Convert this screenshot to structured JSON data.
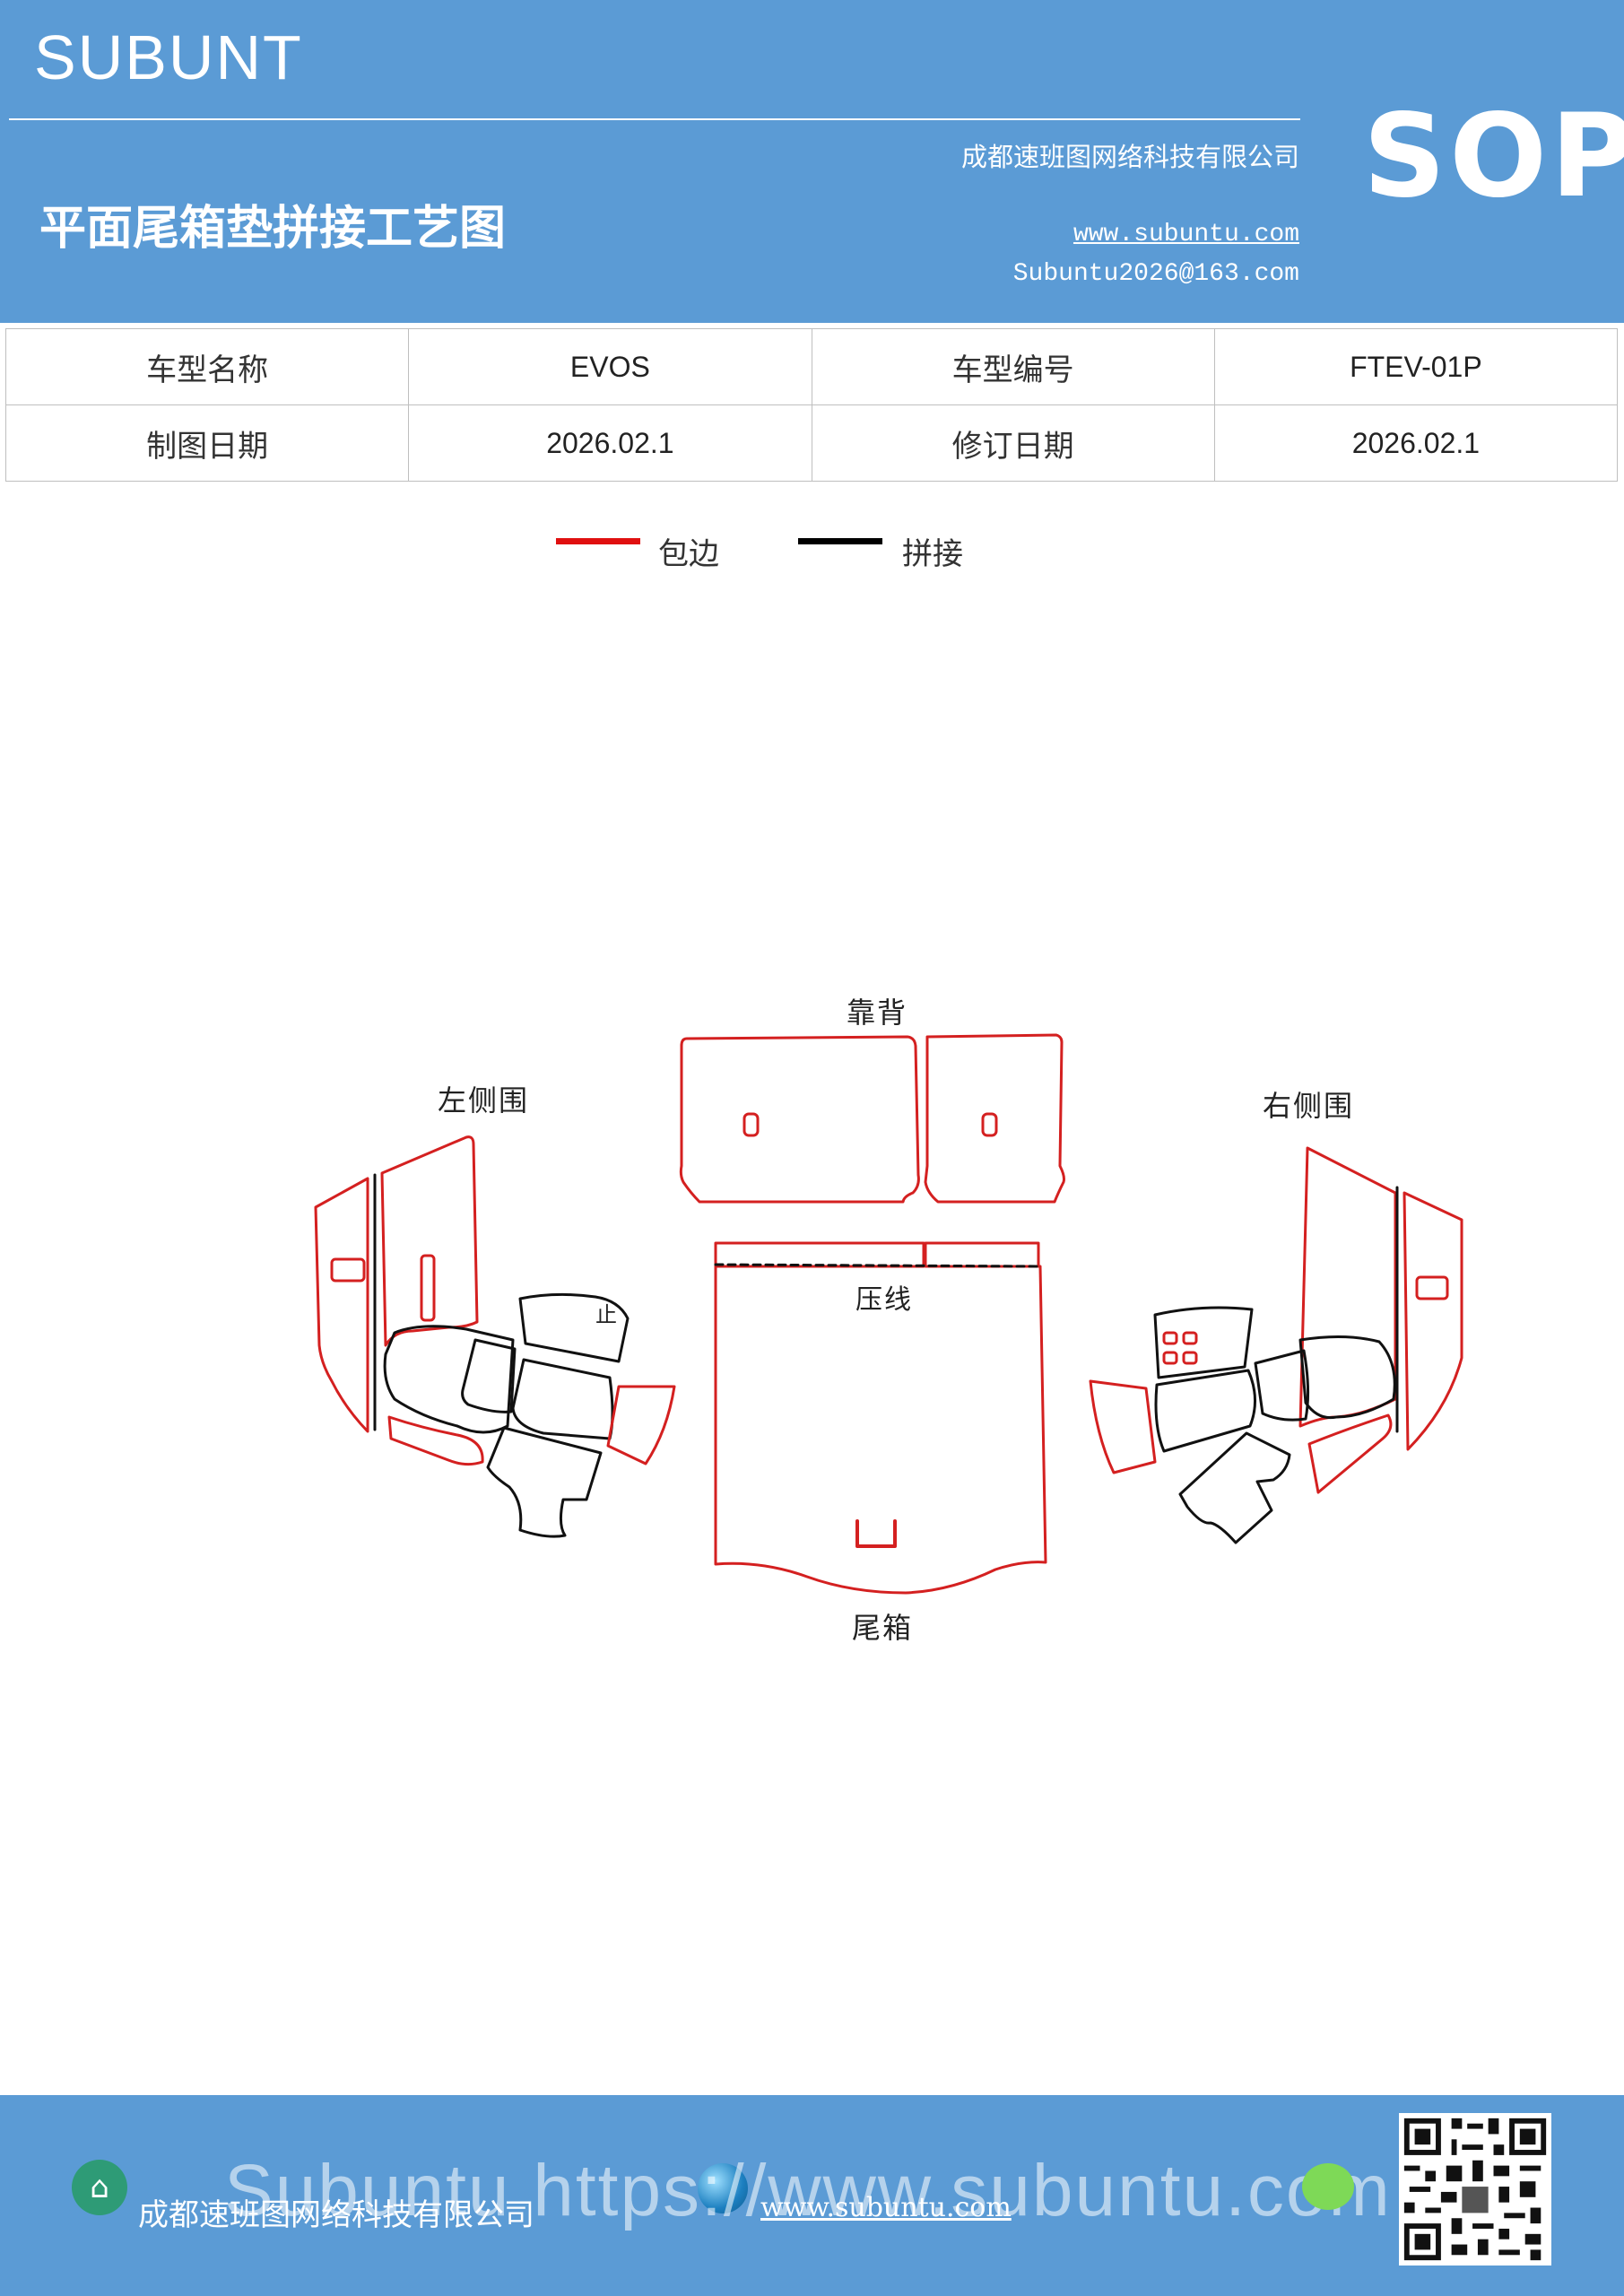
{
  "header": {
    "brand": "SUBUNT",
    "title": "平面尾箱垫拼接工艺图",
    "company": "成都速班图网络科技有限公司",
    "website": "www.subuntu.com",
    "email": "Subuntu2026@163.com",
    "badge": "SOP",
    "background_color": "#5b9bd5"
  },
  "info_table": {
    "rows": [
      {
        "label1": "车型名称",
        "value1": "EVOS",
        "label2": "车型编号",
        "value2": "FTEV-01P"
      },
      {
        "label1": "制图日期",
        "value1": "2026.02.1",
        "label2": "修订日期",
        "value2": "2026.02.1"
      }
    ]
  },
  "legend": {
    "items": [
      {
        "label": "包边",
        "color": "#e01010"
      },
      {
        "label": "拼接",
        "color": "#000000"
      }
    ]
  },
  "diagram": {
    "labels": {
      "back": "靠背",
      "left_side": "左侧围",
      "right_side": "右侧围",
      "press_line": "压线",
      "trunk": "尾箱",
      "small_mark": "止"
    },
    "edge_color": "#d42020",
    "seam_color": "#111111"
  },
  "footer": {
    "company": "成都速班图网络科技有限公司",
    "website": "www.subuntu.com",
    "watermark": "Subuntu https://www.subuntu.com",
    "icon": "building-icon",
    "globe_icon": "globe-icon",
    "wechat_icon": "wechat-icon",
    "qr_icon": "qr-code-icon"
  }
}
